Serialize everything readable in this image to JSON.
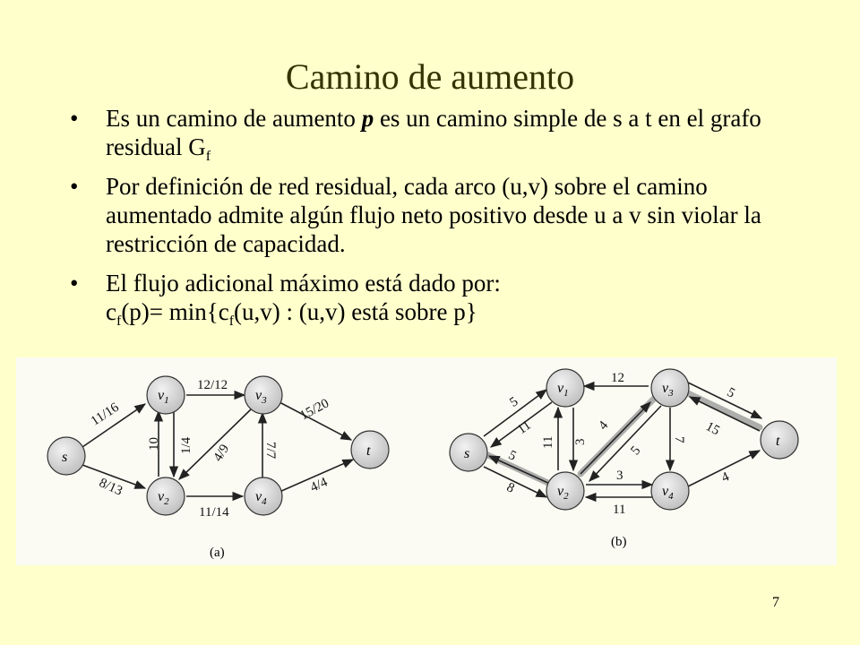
{
  "title": "Camino de aumento",
  "bullets": [
    {
      "pre": "Es un camino de aumento ",
      "em": "p",
      "post": " es un camino simple de s a t en el grafo residual G",
      "sub": "f"
    },
    {
      "text": "Por definición de red residual, cada arco (u,v) sobre el camino aumentado admite algún flujo neto positivo desde u a v sin violar la restricción de capacidad."
    },
    {
      "line1": "El flujo adicional máximo está dado por:",
      "f1": "c",
      "s1": "f",
      "f2": "(p)= min{c",
      "s2": "f",
      "f3": "(u,v)  : (u,v) está sobre p}"
    }
  ],
  "graph_a": {
    "caption": "(a)",
    "nodes": {
      "s": "s",
      "v1": "v",
      "v1sub": "1",
      "v2": "v",
      "v2sub": "2",
      "v3": "v",
      "v3sub": "3",
      "v4": "v",
      "v4sub": "4",
      "t": "t"
    },
    "edges": {
      "s_v1": "11/16",
      "s_v2": "8/13",
      "v1_v3": "12/12",
      "v2_v1_left": "10",
      "v1_v2_right": "1/4",
      "v3_v2": "4/9",
      "v4_v3": "7/7",
      "v2_v4": "11/14",
      "v3_t": "15/20",
      "v4_t": "4/4"
    }
  },
  "graph_b": {
    "caption": "(b)",
    "edges": {
      "v1_s": "5",
      "s_v1": "11",
      "v2_s": "5",
      "s_v2": "8",
      "v3_v1": "12",
      "v2_v1": "11",
      "v1_v2": "3",
      "v2_v3": "4",
      "v3_v2": "5",
      "v3_v4": "7",
      "v2_v4": "3",
      "v4_v2": "11",
      "t_v3": "15",
      "v3_t": "5",
      "v4_t": "4"
    }
  },
  "page_number": "7"
}
